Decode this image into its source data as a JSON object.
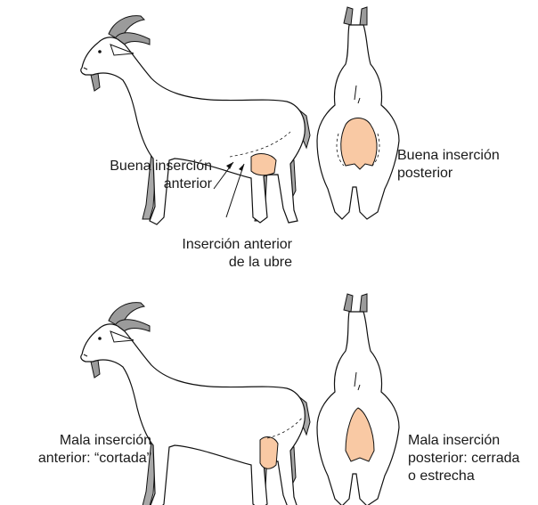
{
  "labels": {
    "top_side": [
      "Buena inserción",
      "anterior"
    ],
    "top_rear": [
      "Buena inserción",
      "posterior"
    ],
    "udder_attachment": [
      "Inserción anterior",
      "de la ubre"
    ],
    "bottom_side": [
      "Mala inserción",
      "anterior: “cortada”"
    ],
    "bottom_rear": [
      "Mala inserción",
      "posterior: cerrada",
      "o estrecha"
    ]
  },
  "colors": {
    "udder_fill": "#f9c9a4",
    "horn_fill": "#9b9b9b",
    "far_leg_fill": "#a8a8a8",
    "outline": "#111111"
  }
}
